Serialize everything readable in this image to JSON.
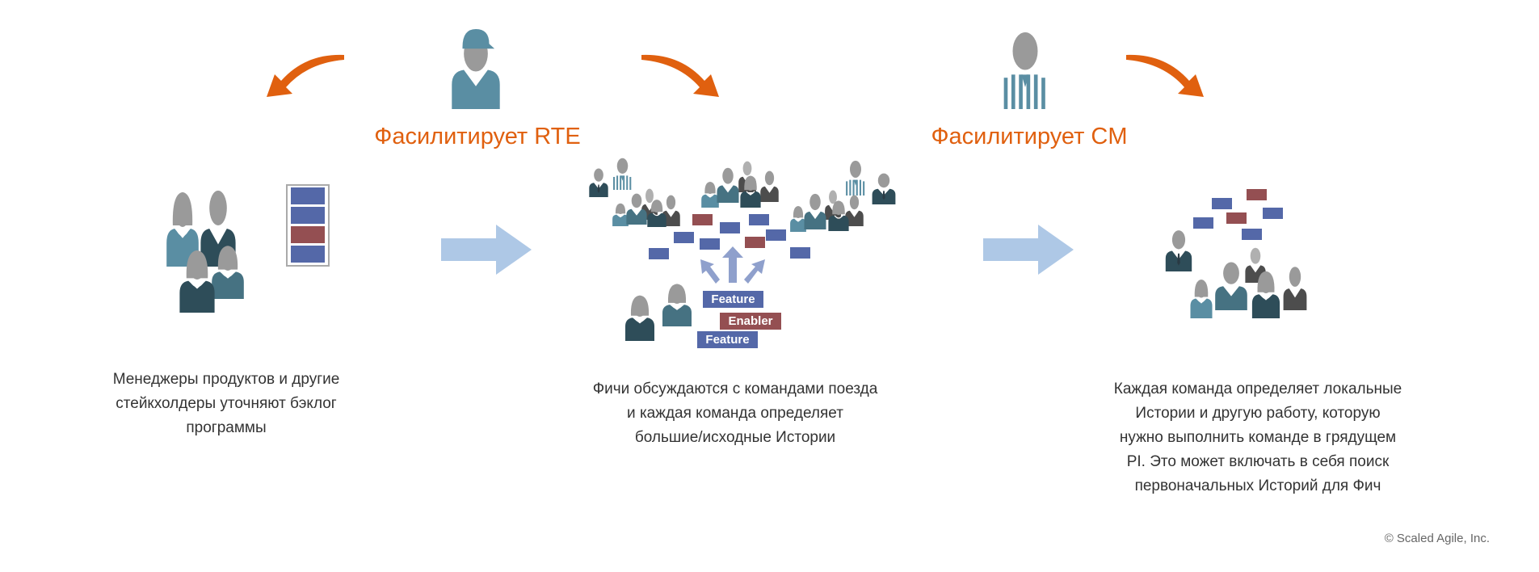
{
  "colors": {
    "accent_orange": "#e0600f",
    "feature_blue": "#5468a8",
    "enabler_red": "#944f52",
    "flow_arrow": "#aec8e6",
    "person_teal": "#5a8ea3",
    "person_dark": "#2e4d59",
    "person_mid": "#467282",
    "person_gray": "#4d4d4d",
    "head_gray": "#9a9a9a"
  },
  "facilitators": {
    "rte": {
      "label": "Фасилитирует RTE",
      "icon": "train-engineer-icon"
    },
    "cm": {
      "label": "Фасилитирует CM",
      "icon": "coach-icon"
    }
  },
  "steps": [
    {
      "caption_lines": [
        "Менеджеры продуктов и другие",
        "стейкхолдеры уточняют бэклог",
        "программы"
      ]
    },
    {
      "caption_lines": [
        "Фичи обсуждаются с командами поезда",
        "и каждая команда определяет",
        "большие/исходные Истории"
      ]
    },
    {
      "caption_lines": [
        "Каждая команда определяет локальные",
        "Истории и другую работу, которую",
        "нужно выполнить команде в грядущем",
        "PI. Это может включать в себя поиск",
        "первоначальных Историй для Фич"
      ]
    }
  ],
  "backlog_items": [
    "Feature",
    "Enabler",
    "Feature"
  ],
  "copyright": "© Scaled Agile, Inc."
}
